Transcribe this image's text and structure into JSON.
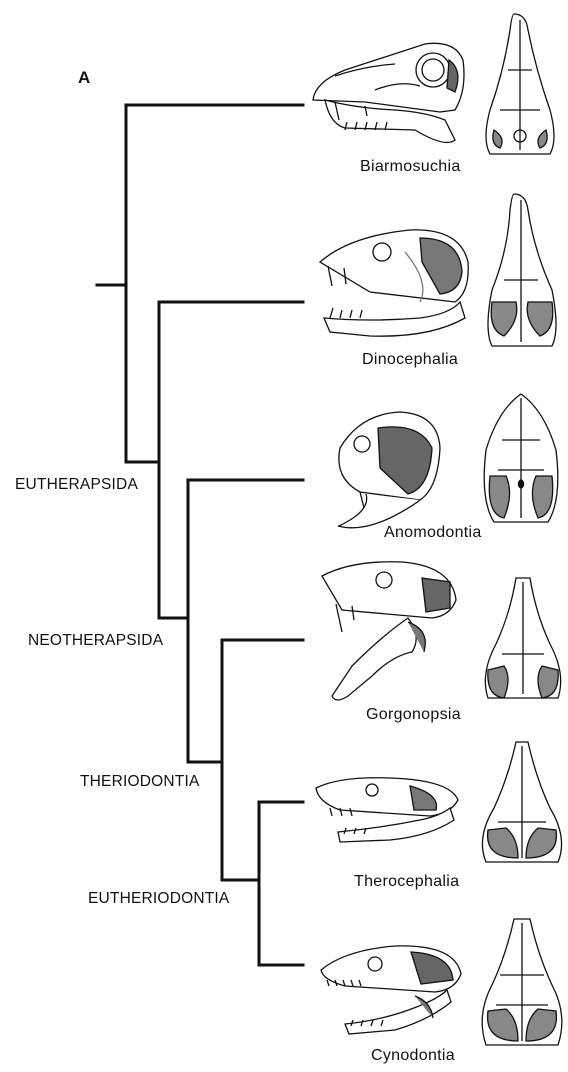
{
  "panel_label": "A",
  "clades": [
    {
      "label": "EUTHERAPSIDA"
    },
    {
      "label": "NEOTHERAPSIDA"
    },
    {
      "label": "THERIODONTIA"
    },
    {
      "label": "EUTHERIODONTIA"
    }
  ],
  "taxa": [
    {
      "name": "Biarmosuchia",
      "lateral_icon": "biarmosuchian-skull-lateral-icon",
      "dorsal_icon": "biarmosuchian-skull-dorsal-icon"
    },
    {
      "name": "Dinocephalia",
      "lateral_icon": "dinocephalian-skull-lateral-icon",
      "dorsal_icon": "dinocephalian-skull-dorsal-icon"
    },
    {
      "name": "Anomodontia",
      "lateral_icon": "anomodont-skull-lateral-icon",
      "dorsal_icon": "anomodont-skull-dorsal-icon"
    },
    {
      "name": "Gorgonopsia",
      "lateral_icon": "gorgonopsian-skull-lateral-icon",
      "dorsal_icon": "gorgonopsian-skull-dorsal-icon"
    },
    {
      "name": "Therocephalia",
      "lateral_icon": "therocephalian-skull-lateral-icon",
      "dorsal_icon": "therocephalian-skull-dorsal-icon"
    },
    {
      "name": "Cynodontia",
      "lateral_icon": "cynodont-skull-lateral-icon",
      "dorsal_icon": "cynodont-skull-dorsal-icon"
    }
  ],
  "colors": {
    "line": "#111111",
    "muscle_hatch": "#555555"
  }
}
